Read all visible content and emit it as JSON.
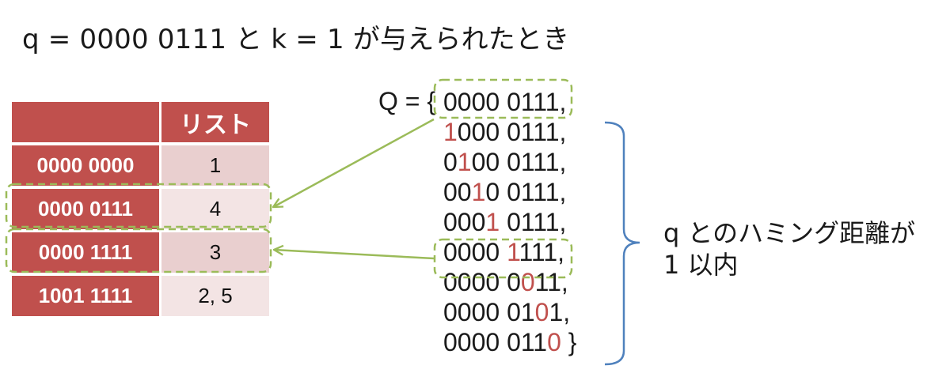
{
  "title": "q = 0000 0111 と k = 1 が与えられたとき",
  "table": {
    "header": {
      "key": "",
      "value": "リスト"
    },
    "rows": [
      {
        "key": "0000 0000",
        "value": "1"
      },
      {
        "key": "0000 0111",
        "value": "4"
      },
      {
        "key": "0000 1111",
        "value": "3"
      },
      {
        "key": "1001 1111",
        "value": "2, 5"
      }
    ]
  },
  "query_set": {
    "label": "Q = {",
    "items": [
      {
        "pre": "",
        "flip": "",
        "post": "0000 0111,",
        "highlighted": true
      },
      {
        "pre": "",
        "flip": "1",
        "post": "000 0111,",
        "highlighted": false
      },
      {
        "pre": "0",
        "flip": "1",
        "post": "00 0111,",
        "highlighted": false
      },
      {
        "pre": "00",
        "flip": "1",
        "post": "0 0111,",
        "highlighted": false
      },
      {
        "pre": "000",
        "flip": "1",
        "post": " 0111,",
        "highlighted": false
      },
      {
        "pre": "0000 ",
        "flip": "1",
        "post": "111,",
        "highlighted": true
      },
      {
        "pre": "0000 0",
        "flip": "0",
        "post": "11,",
        "highlighted": false
      },
      {
        "pre": "0000 01",
        "flip": "0",
        "post": "1,",
        "highlighted": false
      },
      {
        "pre": "0000 011",
        "flip": "0",
        "post": " }",
        "highlighted": false
      }
    ]
  },
  "note": {
    "line1": "q とのハミング距離が",
    "line2": "1 以内"
  },
  "colors": {
    "header_red": "#c0504d",
    "flip_red": "#c0504d",
    "dash_green": "#9bbb59",
    "arrow_green": "#9bbb59",
    "brace_blue": "#4f81bd"
  }
}
